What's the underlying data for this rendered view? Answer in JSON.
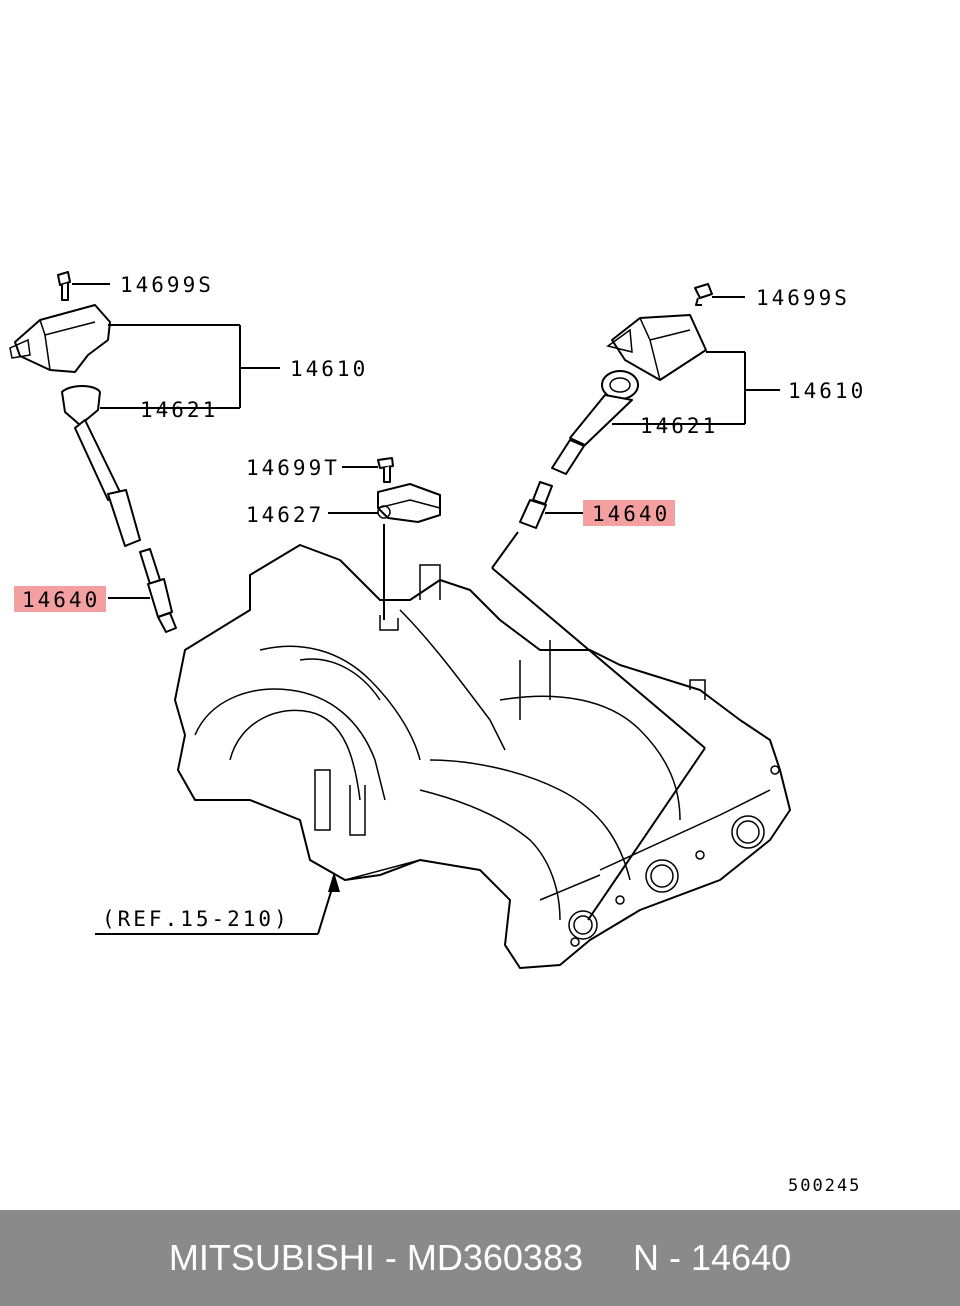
{
  "labels": {
    "bolt_left": "14699S",
    "coil_left": "14610",
    "boot_left": "14621",
    "plug_left": "14640",
    "bolt_center": "14699T",
    "sensor_center": "14627",
    "bolt_right": "14699S",
    "coil_right": "14610",
    "boot_right": "14621",
    "plug_right": "14640",
    "reference": "(REF.15-210)",
    "diagram_code": "500245"
  },
  "footer": {
    "text": "MITSUBISHI - MD360383     N - 14640"
  },
  "colors": {
    "highlight": "#f4a0a0",
    "footer_bg": "#8a8a8a",
    "footer_text": "#ffffff"
  }
}
